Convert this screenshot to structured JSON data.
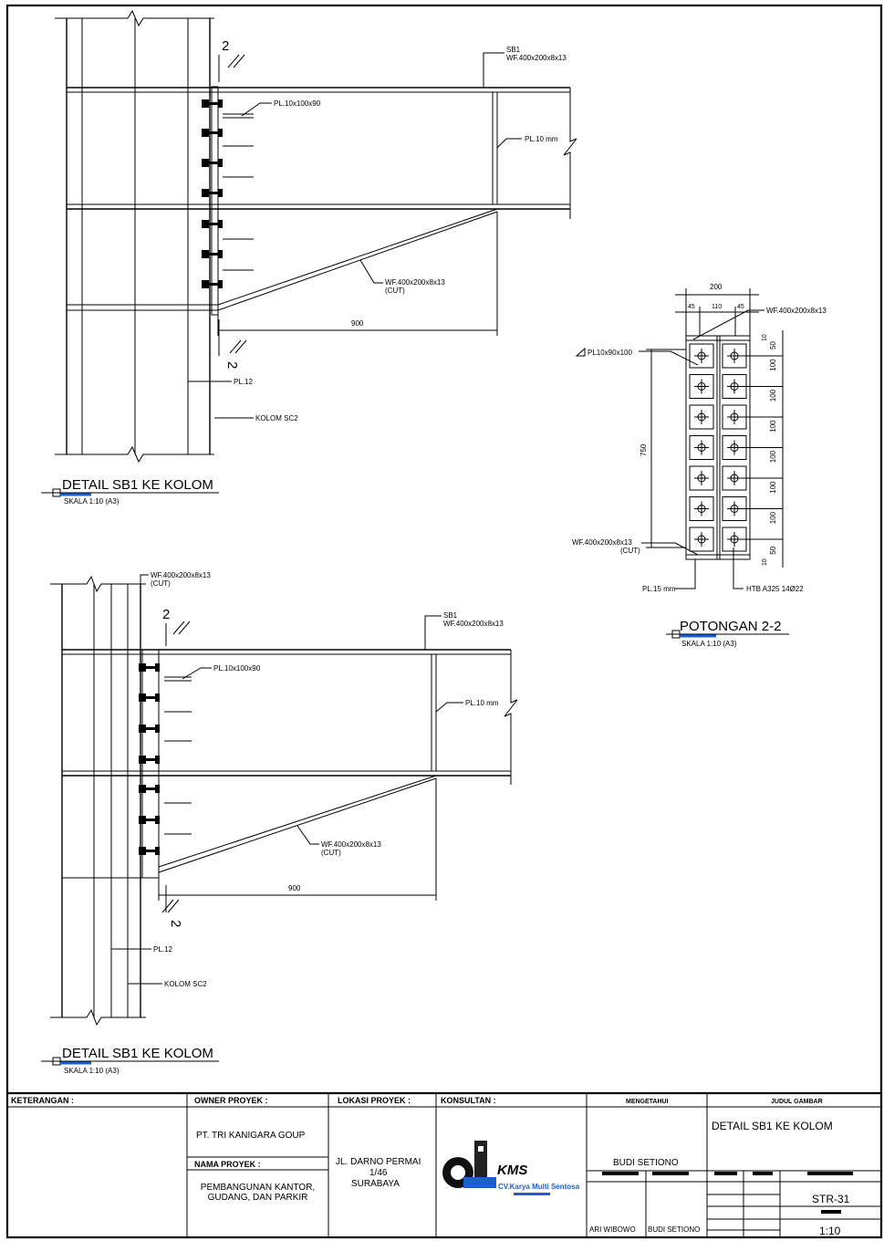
{
  "section_number": "2",
  "detail1": {
    "title": "DETAIL  SB1  KE  KOLOM",
    "scale": "SKALA 1:10 (A3)",
    "beam_label_1": "SB1",
    "beam_label_2": "WF.400x200x8x13",
    "plate_label": "PL.10x100x90",
    "stiffener_label": "PL.10 mm",
    "haunch_label_1": "WF.400x200x8x13",
    "haunch_label_2": "(CUT)",
    "dimension": "900",
    "endplate_label": "PL.12",
    "column_label": "KOLOM SC2"
  },
  "detail2": {
    "title": "DETAIL  SB1  KE  KOLOM",
    "scale": "SKALA 1:10 (A3)",
    "cut_label_1": "WF.400x200x8x13",
    "cut_label_2": "(CUT)",
    "beam_label_1": "SB1",
    "beam_label_2": "WF.400x200x8x13",
    "plate_label": "PL.10x100x90",
    "stiffener_label": "PL.10 mm",
    "haunch_label_1": "WF.400x200x8x13",
    "haunch_label_2": "(CUT)",
    "dimension": "900",
    "endplate_label": "PL.12",
    "column_label": "KOLOM SC2"
  },
  "section": {
    "title": "POTONGAN  2-2",
    "scale": "SKALA 1:10 (A3)",
    "dim_width": "200",
    "dim_edge_left": "45",
    "dim_gauge": "110",
    "dim_edge_right": "45",
    "dim_height": "750",
    "dim_top_1": "10",
    "dim_top_2": "50",
    "pitch": [
      "100",
      "100",
      "100",
      "100",
      "100",
      "100"
    ],
    "dim_bottom": "50",
    "dim_bottom_2": "10",
    "top_label": "WF.400x200x8x13",
    "plate_label": "PL10x90x100",
    "bottom_label_1": "WF.400x200x8x13",
    "bottom_label_2": "(CUT)",
    "endplate_label": "PL.15 mm",
    "bolt_label": "HTB A325 14Ø22"
  },
  "title_block": {
    "keterangan_label": "KETERANGAN :",
    "owner_label": "OWNER PROYEK :",
    "owner_value": "PT. TRI KANIGARA GOUP",
    "project_label": "NAMA PROYEK :",
    "project_value": "PEMBANGUNAN KANTOR, GUDANG, DAN PARKIR",
    "location_label": "LOKASI PROYEK :",
    "location_value_1": "JL. DARNO PERMAI",
    "location_value_2": "1/46",
    "location_value_3": "SURABAYA",
    "consultant_label": "KONSULTAN :",
    "logo_text": "KMS",
    "company": "CV.Karya Multi Sentosa",
    "approved_header": "MENGETAHUI",
    "approved_name": "BUDI SETIONO",
    "drawn_name": "ARI WIBOWO",
    "checked_name": "BUDI SETIONO",
    "drawing_title_header": "JUDUL GAMBAR",
    "drawing_title": "DETAIL SB1 KE KOLOM",
    "sheet_number": "STR-31",
    "scale_value": "1:10"
  },
  "colors": {
    "line": "#000000",
    "accent": "#1a5fd0"
  }
}
